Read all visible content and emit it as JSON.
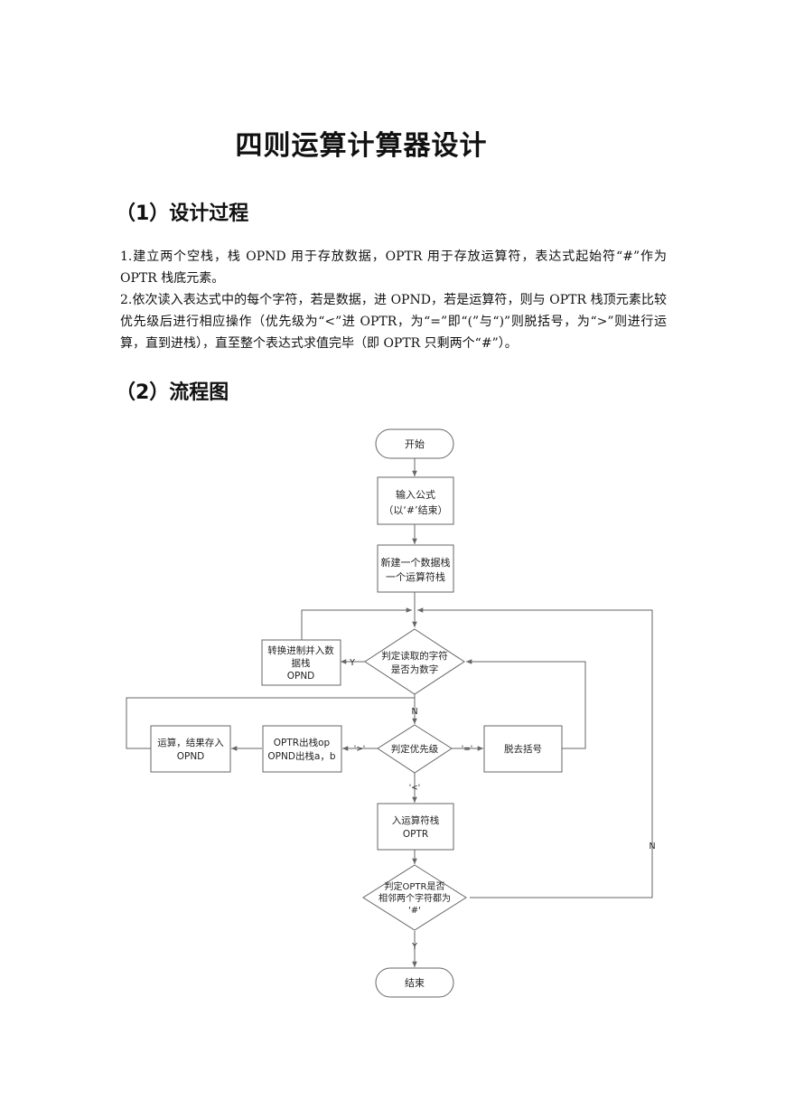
{
  "document": {
    "title": "四则运算计算器设计",
    "section1_heading": "（1）设计过程",
    "step1": "1.建立两个空栈，栈 OPND 用于存放数据，OPTR 用于存放运算符，表达式起始符“#”作为 OPTR 栈底元素。",
    "step2": "2.依次读入表达式中的每个字符，若是数据，进 OPND，若是运算符，则与 OPTR 栈顶元素比较优先级后进行相应操作（优先级为“<”进 OPTR，为“=”即“(”与“)”则脱括号，为“>”则进行运算，直到进栈），直至整个表达式求值完毕（即 OPTR 只剩两个“#”）。",
    "section2_heading": "（2）流程图"
  },
  "flowchart": {
    "start": "开始",
    "input_line1": "输入公式",
    "input_line2": "（以‘#’结束）",
    "create_line1": "新建一个数据栈",
    "create_line2": "一个运算符栈",
    "judge_digit_line1": "判定读取的字符",
    "judge_digit_line2": "是否为数字",
    "convert_line1": "转换进制并入数",
    "convert_line2": "据栈",
    "convert_line3": "OPND",
    "judge_priority": "判定优先级",
    "pop_line1": "OPTR出栈op",
    "pop_line2": "OPND出栈a，b",
    "compute_line1": "运算，结果存入",
    "compute_line2": "OPND",
    "remove_paren": "脱去括号",
    "push_optr_line1": "入运算符栈",
    "push_optr_line2": "OPTR",
    "judge_end_line1": "判定OPTR是否",
    "judge_end_line2": "相邻两个字符都为",
    "judge_end_line3": "'#'",
    "end": "结束",
    "label_y1": "Y",
    "label_n1": "N",
    "label_gt": "'>'",
    "label_eq": "'='",
    "label_lt": "'<'",
    "label_n2": "N",
    "label_y2": "Y"
  }
}
